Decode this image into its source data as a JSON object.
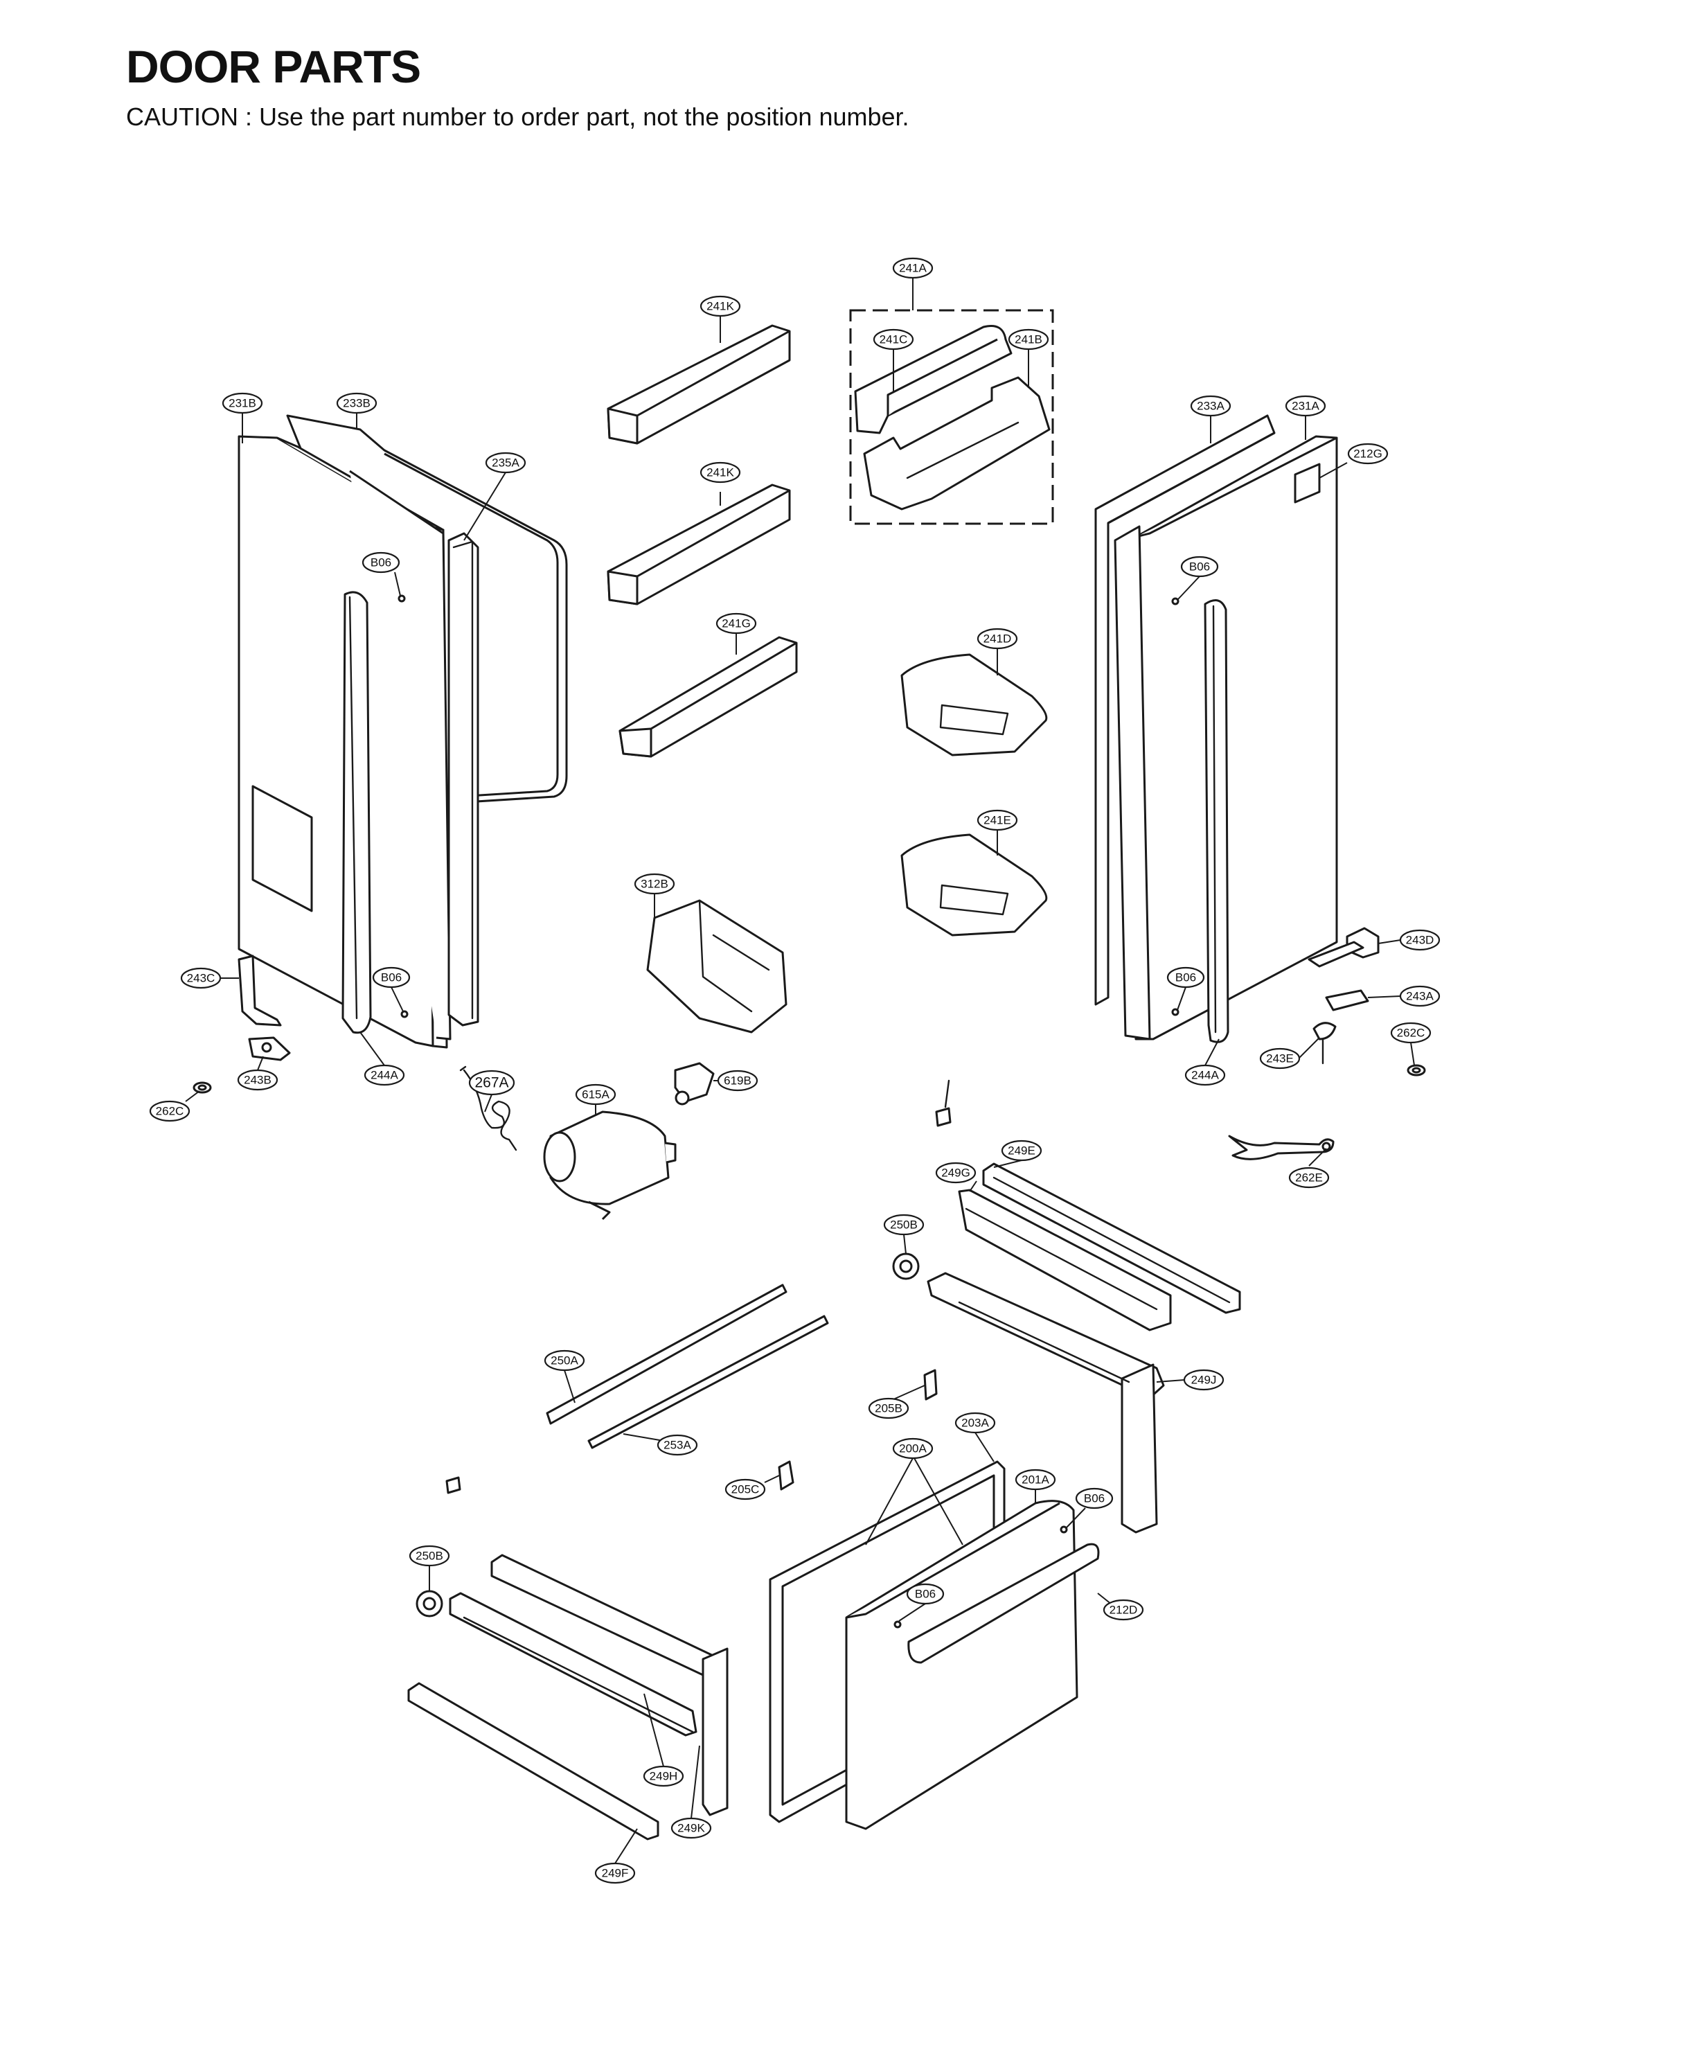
{
  "page": {
    "title": "DOOR PARTS",
    "caution": "CAUTION : Use the part number to order part, not the position number."
  },
  "callouts": [
    {
      "id": "241A",
      "label": "241A"
    },
    {
      "id": "241K-top",
      "label": "241K"
    },
    {
      "id": "241C",
      "label": "241C"
    },
    {
      "id": "241B",
      "label": "241B"
    },
    {
      "id": "231B",
      "label": "231B"
    },
    {
      "id": "233B",
      "label": "233B"
    },
    {
      "id": "235A",
      "label": "235A"
    },
    {
      "id": "241K-mid",
      "label": "241K"
    },
    {
      "id": "233A",
      "label": "233A"
    },
    {
      "id": "231A",
      "label": "231A"
    },
    {
      "id": "212G",
      "label": "212G"
    },
    {
      "id": "B06-left-top",
      "label": "B06"
    },
    {
      "id": "B06-right-top",
      "label": "B06"
    },
    {
      "id": "241G",
      "label": "241G"
    },
    {
      "id": "241D",
      "label": "241D"
    },
    {
      "id": "241E",
      "label": "241E"
    },
    {
      "id": "312B",
      "label": "312B"
    },
    {
      "id": "243D",
      "label": "243D"
    },
    {
      "id": "243C",
      "label": "243C"
    },
    {
      "id": "B06-left-bottom",
      "label": "B06"
    },
    {
      "id": "B06-right-bottom",
      "label": "B06"
    },
    {
      "id": "243A",
      "label": "243A"
    },
    {
      "id": "262C-right",
      "label": "262C"
    },
    {
      "id": "243E",
      "label": "243E"
    },
    {
      "id": "244A-right",
      "label": "244A"
    },
    {
      "id": "243B",
      "label": "243B"
    },
    {
      "id": "244A-left",
      "label": "244A"
    },
    {
      "id": "619B",
      "label": "619B"
    },
    {
      "id": "267A",
      "label": "267A"
    },
    {
      "id": "615A",
      "label": "615A"
    },
    {
      "id": "262C-left",
      "label": "262C"
    },
    {
      "id": "249E",
      "label": "249E"
    },
    {
      "id": "262E",
      "label": "262E"
    },
    {
      "id": "249G",
      "label": "249G"
    },
    {
      "id": "250B-top",
      "label": "250B"
    },
    {
      "id": "250A",
      "label": "250A"
    },
    {
      "id": "249J",
      "label": "249J"
    },
    {
      "id": "205B",
      "label": "205B"
    },
    {
      "id": "203A",
      "label": "203A"
    },
    {
      "id": "253A",
      "label": "253A"
    },
    {
      "id": "200A",
      "label": "200A"
    },
    {
      "id": "201A",
      "label": "201A"
    },
    {
      "id": "205C",
      "label": "205C"
    },
    {
      "id": "B06-drawer-right",
      "label": "B06"
    },
    {
      "id": "250B-bottom",
      "label": "250B"
    },
    {
      "id": "B06-drawer-left",
      "label": "B06"
    },
    {
      "id": "212D",
      "label": "212D"
    },
    {
      "id": "249H",
      "label": "249H"
    },
    {
      "id": "249K",
      "label": "249K"
    },
    {
      "id": "249F",
      "label": "249F"
    }
  ]
}
